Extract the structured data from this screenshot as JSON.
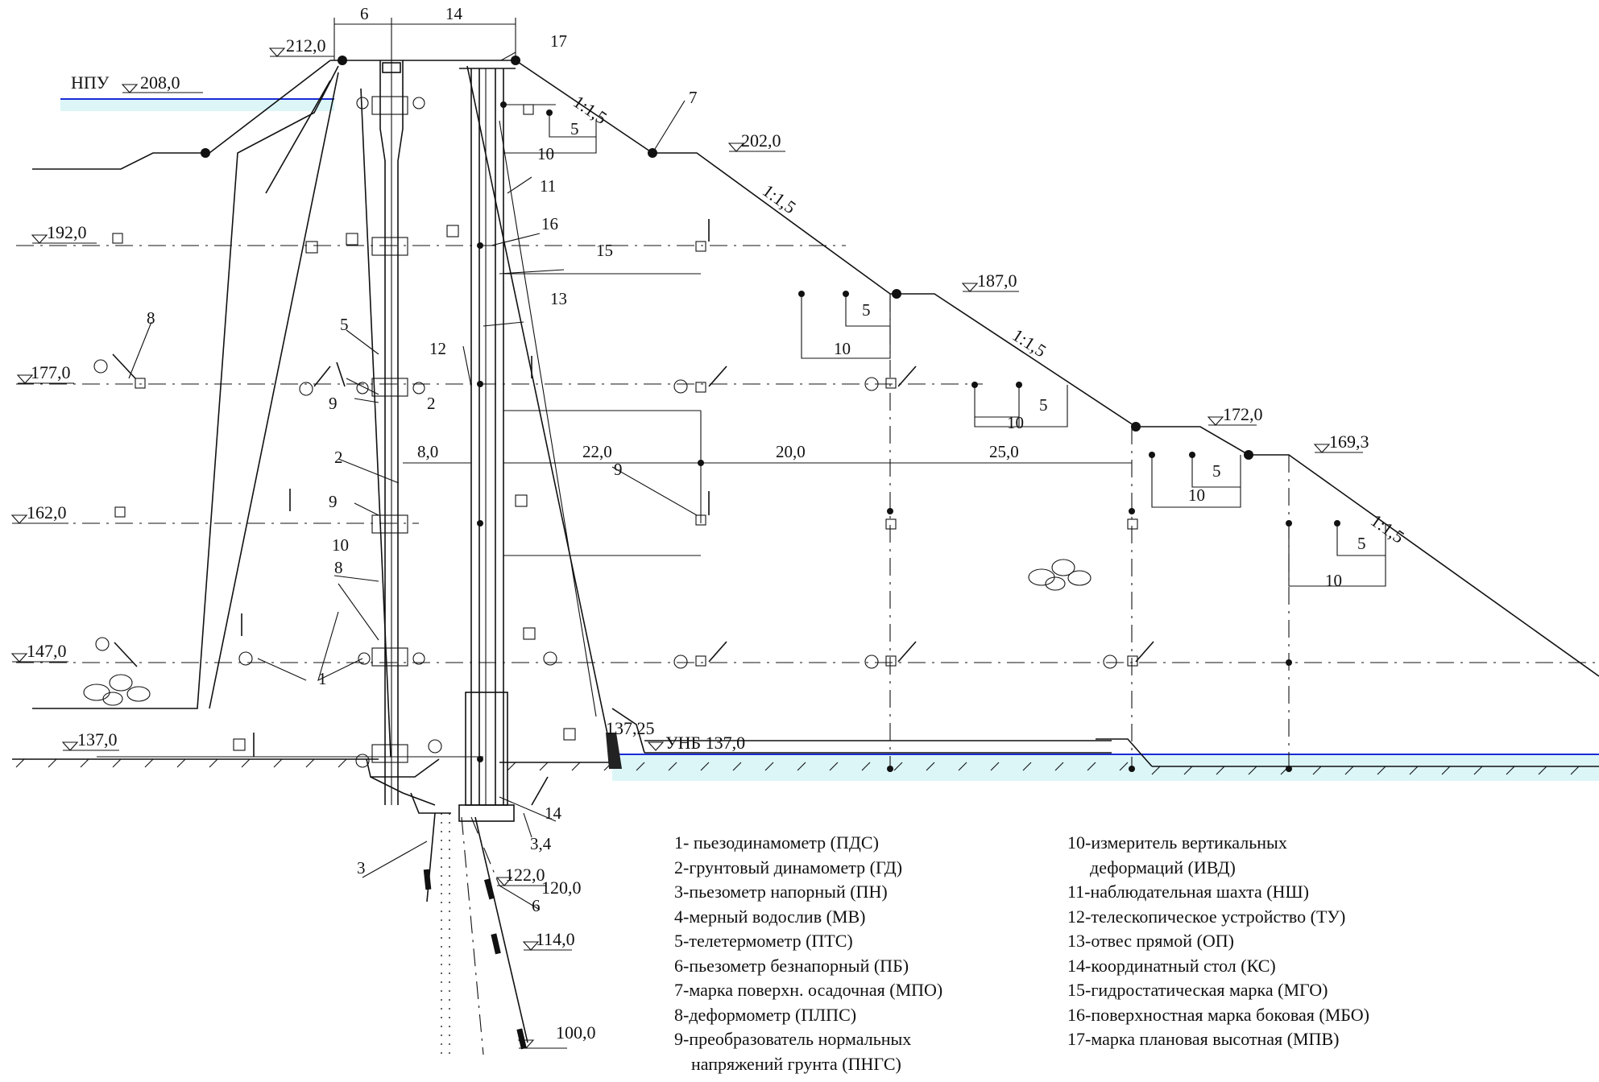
{
  "elevations": {
    "crest": "212,0",
    "npu": "НПУ",
    "npu_value": "208,0",
    "e202": "202,0",
    "e192": "192,0",
    "e187": "187,0",
    "e177": "177,0",
    "e172": "172,0",
    "e169": "169,3",
    "e162": "162,0",
    "e147": "147,0",
    "e137": "137,0",
    "e137_25": "137,25",
    "unb": "УНБ 137,0",
    "e122": "122,0",
    "e120": "120,0",
    "e114": "114,0",
    "e100": "100,0"
  },
  "slopes": {
    "s1": "1:1,5",
    "s2": "1:1,5",
    "s3": "1:1,5",
    "s4": "1:1,5"
  },
  "dimensions": {
    "top6": "6",
    "top14": "14",
    "d5": "5",
    "d10": "10",
    "d8": "8,0",
    "d22": "22,0",
    "d20": "20,0",
    "d25": "25,0"
  },
  "callouts": {
    "c1": "1",
    "c2a": "2",
    "c2b": "2",
    "c3": "3",
    "c34": "3,4",
    "c5": "5",
    "c6": "6",
    "c7": "7",
    "c8a": "8",
    "c8b": "8",
    "c9a": "9",
    "c9b": "9",
    "c9c": "9",
    "c10": "10",
    "c11": "11",
    "c12": "12",
    "c13": "13",
    "c14": "14",
    "c15": "15",
    "c16": "16",
    "c17": "17"
  },
  "legend": {
    "left": [
      "1- пьезодинамометр (ПДС)",
      "2-грунтовый динамометр (ГД)",
      "3-пьезометр напорный (ПН)",
      "4-мерный водослив (МВ)",
      "5-телетермометр (ПТС)",
      "6-пьезометр безнапорный (ПБ)",
      "7-марка поверхн. осадочная (МПО)",
      "8-деформометр (ПЛПС)",
      "9-преобразователь нормальных",
      "   напряжений грунта (ПНГС)"
    ],
    "right": [
      "10-измеритель вертикальных",
      "   деформаций (ИВД)",
      "11-наблюдательная шахта (НШ)",
      "12-телескопическое устройство (ТУ)",
      "13-отвес прямой (ОП)",
      "14-координатный стол (КС)",
      "15-гидростатическая марка (МГО)",
      "16-поверхностная марка боковая (МБО)",
      "17-марка плановая высотная (МПВ)"
    ]
  },
  "colors": {
    "line": "#111111",
    "water_line": "#1a2bd6",
    "water_fill": "#bfeff2"
  }
}
